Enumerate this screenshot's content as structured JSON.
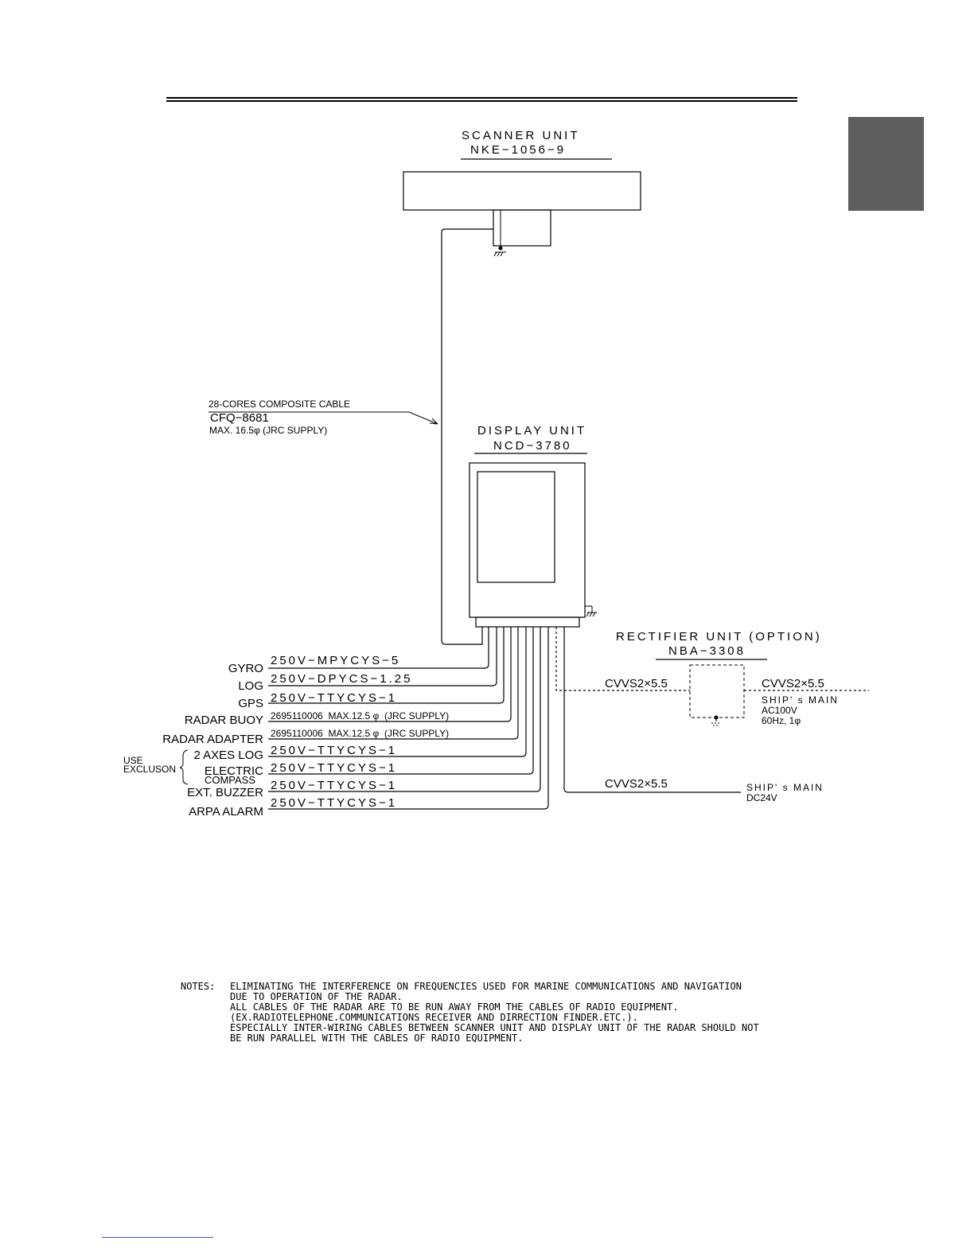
{
  "scanner": {
    "title": "SCANNER UNIT",
    "model": "NKE−1056−9"
  },
  "display": {
    "title": "DISPLAY UNIT",
    "model": "NCD−3780"
  },
  "composite_cable": {
    "line1": "28-CORES COMPOSITE CABLE",
    "line2": "CFQ−8681",
    "line3": "MAX. 16.5φ (JRC SUPPLY)"
  },
  "rectifier": {
    "title": "RECTIFIER UNIT (OPTION)",
    "model": "NBA−3308"
  },
  "power": {
    "ac_cable_in": "CVVS2×5.5",
    "ac_cable_out": "CVVS2×5.5",
    "ac_main_1": "SHIP' s MAIN",
    "ac_main_2": "AC100V",
    "ac_main_3": "60Hz, 1φ",
    "dc_cable": "CVVS2×5.5",
    "dc_main_1": "SHIP' s MAIN",
    "dc_main_2": "DC24V"
  },
  "use_exclusion": {
    "line1": "USE",
    "line2": "EXCLUSON"
  },
  "connections": [
    {
      "device": "GYRO",
      "cable": "250V−MPYCYS−5"
    },
    {
      "device": "LOG",
      "cable": "250V−DPYCS−1.25"
    },
    {
      "device": "GPS",
      "cable": "250V−TTYCYS−1"
    },
    {
      "device": "RADAR BUOY",
      "cable": "2695110006  MAX.12.5 φ  (JRC SUPPLY)"
    },
    {
      "device": "RADAR ADAPTER",
      "cable": "2695110006  MAX.12.5 φ  (JRC SUPPLY)"
    },
    {
      "device": "2 AXES LOG",
      "cable": "250V−TTYCYS−1"
    },
    {
      "device": "ELECTRIC",
      "device2": "COMPASS",
      "cable": "250V−TTYCYS−1"
    },
    {
      "device": "EXT. BUZZER",
      "cable": "250V−TTYCYS−1"
    },
    {
      "device": "ARPA ALARM",
      "cable": "250V−TTYCYS−1"
    }
  ],
  "notes": {
    "label": "NOTES:",
    "lines": [
      "ELIMINATING THE INTERFERENCE ON FREQUENCIES USED FOR MARINE COMMUNICATIONS AND NAVIGATION",
      "DUE TO OPERATION OF THE RADAR.",
      "ALL CABLES OF THE RADAR ARE TO BE RUN AWAY FROM THE CABLES OF RADIO EQUIPMENT.",
      "(EX.RADIOTELEPHONE.COMMUNICATIONS RECEIVER AND DIRRECTION FINDER.ETC.).",
      "ESPECIALLY INTER-WIRING CABLES BETWEEN SCANNER UNIT AND DISPLAY UNIT OF THE RADAR SHOULD NOT",
      "BE RUN PARALLEL WITH THE CABLES OF RADIO EQUIPMENT."
    ]
  }
}
